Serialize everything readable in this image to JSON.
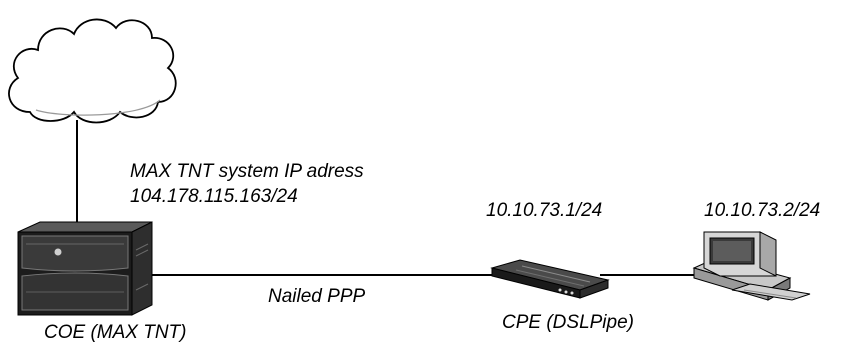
{
  "labels": {
    "coe_ip_line1": "MAX TNT system IP adress",
    "coe_ip_line2": "104.178.115.163/24",
    "cpe_ip": "10.10.73.1/24",
    "pc_ip": "10.10.73.2/24",
    "link": "Nailed PPP",
    "coe_name": "COE (MAX TNT)",
    "cpe_name": "CPE (DSLPipe)"
  },
  "icons": {
    "cloud": "cloud-icon",
    "coe": "server-chassis-icon",
    "cpe": "dsl-modem-icon",
    "pc": "desktop-computer-icon"
  },
  "colors": {
    "line": "#000000",
    "device_dark": "#1a1a1a",
    "device_mid": "#4a4a4a",
    "device_light": "#bdbdbd"
  }
}
